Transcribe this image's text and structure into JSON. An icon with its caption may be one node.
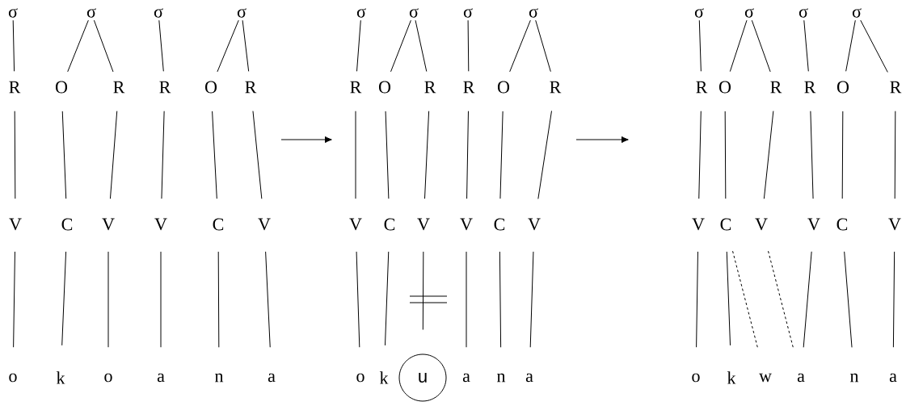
{
  "diagram": {
    "nodes": [
      {
        "text": [
          "σ"
        ]
      },
      {
        "text": [
          "σ"
        ]
      },
      {
        "text": [
          "σ"
        ]
      },
      {
        "text": [
          "σ"
        ]
      },
      {
        "text": [
          "R"
        ]
      },
      {
        "text": [
          "O"
        ]
      },
      {
        "text": [
          "R"
        ]
      },
      {
        "text": [
          "R"
        ]
      },
      {
        "text": [
          "O"
        ]
      },
      {
        "text": [
          "R"
        ]
      },
      {
        "text": [
          "V"
        ]
      },
      {
        "text": [
          "C"
        ]
      },
      {
        "text": [
          "V"
        ]
      },
      {
        "text": [
          "V"
        ]
      },
      {
        "text": [
          "C"
        ]
      },
      {
        "text": [
          "V"
        ]
      },
      {
        "text": [
          "o"
        ]
      },
      {
        "text": [
          "k"
        ]
      },
      {
        "text": [
          "o"
        ]
      },
      {
        "text": [
          "a"
        ]
      },
      {
        "text": [
          "n"
        ]
      },
      {
        "text": [
          "a"
        ]
      },
      {
        "text": [
          "σ"
        ]
      },
      {
        "text": [
          "σ"
        ]
      },
      {
        "text": [
          "σ"
        ]
      },
      {
        "text": [
          "σ"
        ]
      },
      {
        "text": [
          "R"
        ]
      },
      {
        "text": [
          "O"
        ]
      },
      {
        "text": [
          "R"
        ]
      },
      {
        "text": [
          "R"
        ]
      },
      {
        "text": [
          "O"
        ]
      },
      {
        "text": [
          "R"
        ]
      },
      {
        "text": [
          "V"
        ]
      },
      {
        "text": [
          "C"
        ]
      },
      {
        "text": [
          "V"
        ]
      },
      {
        "text": [
          "V"
        ]
      },
      {
        "text": [
          "C"
        ]
      },
      {
        "text": [
          "V"
        ]
      },
      {
        "text": [
          "o"
        ]
      },
      {
        "text": [
          "k"
        ]
      },
      {
        "text": [
          "u"
        ]
      },
      {
        "text": [
          "a"
        ]
      },
      {
        "text": [
          "n"
        ]
      },
      {
        "text": [
          "a"
        ]
      },
      {
        "text": [
          "σ"
        ]
      },
      {
        "text": [
          "σ"
        ]
      },
      {
        "text": [
          "σ"
        ]
      },
      {
        "text": [
          "σ"
        ]
      },
      {
        "text": [
          "R"
        ]
      },
      {
        "text": [
          "O"
        ]
      },
      {
        "text": [
          "R"
        ]
      },
      {
        "text": [
          "R"
        ]
      },
      {
        "text": [
          "O"
        ]
      },
      {
        "text": [
          "R"
        ]
      },
      {
        "text": [
          "V"
        ]
      },
      {
        "text": [
          "C"
        ]
      },
      {
        "text": [
          "V"
        ]
      },
      {
        "text": [
          "V"
        ]
      },
      {
        "text": [
          "C"
        ]
      },
      {
        "text": [
          "V"
        ]
      },
      {
        "text": [
          "o"
        ]
      },
      {
        "text": [
          "k"
        ]
      },
      {
        "text": [
          "w"
        ]
      },
      {
        "text": [
          "a"
        ]
      },
      {
        "text": [
          "n"
        ]
      },
      {
        "text": [
          "a"
        ]
      }
    ],
    "edges": [
      {
        "from": 0,
        "to": 4,
        "arrow": "none"
      },
      {
        "from": 1,
        "to": 5,
        "arrow": "none"
      },
      {
        "from": 1,
        "to": 6,
        "arrow": "none"
      },
      {
        "from": 2,
        "to": 7,
        "arrow": "none"
      },
      {
        "from": 3,
        "to": 8,
        "arrow": "none"
      },
      {
        "from": 3,
        "to": 9,
        "arrow": "none"
      },
      {
        "from": 4,
        "to": 10,
        "arrow": "none"
      },
      {
        "from": 5,
        "to": 11,
        "arrow": "none"
      },
      {
        "from": 6,
        "to": 12,
        "arrow": "none"
      },
      {
        "from": 7,
        "to": 13,
        "arrow": "none"
      },
      {
        "from": 8,
        "to": 14,
        "arrow": "none"
      },
      {
        "from": 9,
        "to": 15,
        "arrow": "none"
      },
      {
        "from": 10,
        "to": 16,
        "arrow": "none"
      },
      {
        "from": 11,
        "to": 17,
        "arrow": "none"
      },
      {
        "from": 12,
        "to": 18,
        "arrow": "none"
      },
      {
        "from": 13,
        "to": 19,
        "arrow": "none"
      },
      {
        "from": 14,
        "to": 20,
        "arrow": "none"
      },
      {
        "from": 15,
        "to": 21,
        "arrow": "none"
      },
      {
        "from": 22,
        "to": 26,
        "arrow": "none"
      },
      {
        "from": 23,
        "to": 27,
        "arrow": "none"
      },
      {
        "from": 23,
        "to": 28,
        "arrow": "none"
      },
      {
        "from": 24,
        "to": 29,
        "arrow": "none"
      },
      {
        "from": 25,
        "to": 30,
        "arrow": "none"
      },
      {
        "from": 25,
        "to": 31,
        "arrow": "none"
      },
      {
        "from": 26,
        "to": 32,
        "arrow": "none"
      },
      {
        "from": 27,
        "to": 33,
        "arrow": "none"
      },
      {
        "from": 28,
        "to": 34,
        "arrow": "none"
      },
      {
        "from": 29,
        "to": 35,
        "arrow": "none"
      },
      {
        "from": 30,
        "to": 36,
        "arrow": "none"
      },
      {
        "from": 31,
        "to": 37,
        "arrow": "none"
      },
      {
        "from": 32,
        "to": 38,
        "arrow": "none"
      },
      {
        "from": 33,
        "to": 39,
        "arrow": "none"
      },
      {
        "from": 34,
        "to": 40,
        "arrow": "none"
      },
      {
        "from": 35,
        "to": 41,
        "arrow": "none"
      },
      {
        "from": 36,
        "to": 42,
        "arrow": "none"
      },
      {
        "from": 37,
        "to": 43,
        "arrow": "none"
      },
      {
        "from": 44,
        "to": 48,
        "arrow": "none"
      },
      {
        "from": 45,
        "to": 49,
        "arrow": "none"
      },
      {
        "from": 45,
        "to": 50,
        "arrow": "none"
      },
      {
        "from": 46,
        "to": 51,
        "arrow": "none"
      },
      {
        "from": 47,
        "to": 52,
        "arrow": "none"
      },
      {
        "from": 47,
        "to": 53,
        "arrow": "none"
      },
      {
        "from": 48,
        "to": 54,
        "arrow": "none"
      },
      {
        "from": 49,
        "to": 55,
        "arrow": "none"
      },
      {
        "from": 50,
        "to": 56,
        "arrow": "none"
      },
      {
        "from": 51,
        "to": 57,
        "arrow": "none"
      },
      {
        "from": 52,
        "to": 58,
        "arrow": "none"
      },
      {
        "from": 53,
        "to": 59,
        "arrow": "none"
      },
      {
        "from": 54,
        "to": 60,
        "arrow": "none"
      },
      {
        "from": 55,
        "to": 61,
        "arrow": "none"
      },
      {
        "from": 55,
        "to": 62,
        "arrow": "none",
        "style": "dashed"
      },
      {
        "from": 56,
        "to": 63,
        "arrow": "none",
        "style": "dashed"
      },
      {
        "from": 57,
        "to": 63,
        "arrow": "none"
      },
      {
        "from": 58,
        "to": 64,
        "arrow": "none"
      },
      {
        "from": 59,
        "to": 65,
        "arrow": "none"
      }
    ]
  }
}
